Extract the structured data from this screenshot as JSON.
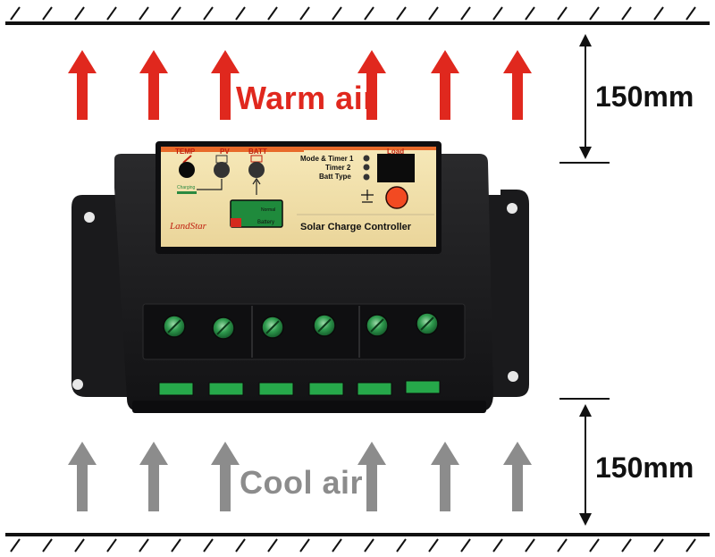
{
  "labels": {
    "warm_air": "Warm air",
    "cool_air": "Cool air",
    "top_clearance": "150mm",
    "bottom_clearance": "150mm"
  },
  "panel": {
    "temp": "TEMP",
    "pv": "PV",
    "batt": "BATT",
    "load": "Load",
    "mode_timer1": "Mode & Timer 1",
    "timer2": "Timer 2",
    "batt_type": "Batt Type",
    "title": "Solar Charge Controller",
    "brand": "LandStar",
    "charging": "Charging",
    "battery": "Battery",
    "normal": "Normal"
  },
  "colors": {
    "warm_arrow": "#e0281e",
    "cool_arrow": "#8c8c8c",
    "housing": "#1c1c1e",
    "panel_face": "#f2e2ad",
    "panel_orange_bar": "#e86a2a",
    "terminal_green": "#26a84a",
    "load_button": "#f24a22"
  }
}
